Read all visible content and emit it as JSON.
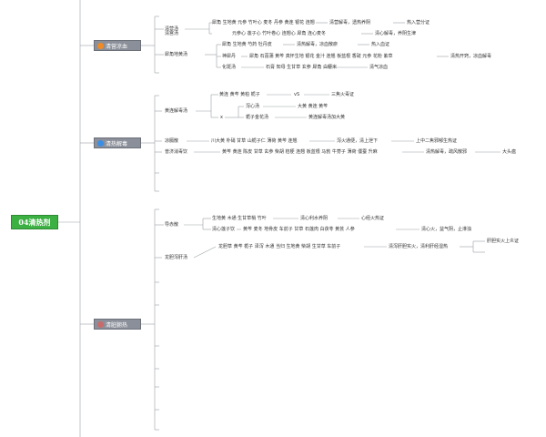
{
  "root": {
    "label": "04清热剂"
  },
  "branches": [
    {
      "label": "清营凉血",
      "icon_color": "#f08a24"
    },
    {
      "label": "清热解毒",
      "icon_color": "#3a8ee6"
    },
    {
      "label": "清脏腑热",
      "icon_color": "#c96b6b"
    }
  ],
  "b1": {
    "qingying": {
      "name": "清营汤",
      "line1": "犀角 生地黄 元参 竹叶心 麦冬 丹参 黄连 银花 连翘",
      "line1_effect": "清营解毒，透热养阴",
      "line1_result": "热入营分证",
      "line2": "元参心 莲子心 竹叶卷心 连翘心 犀角 连心麦冬",
      "line2_effect": "清心解毒，养阴生津"
    },
    "qinggong": {
      "name": "清宫汤"
    },
    "xijiao": {
      "name": "犀角地黄汤",
      "l1": "犀角 生地黄 芍药 牡丹皮",
      "l1_effect": "清热解毒，凉血散瘀",
      "l1_result": "热入血证",
      "sub1_name": "神犀丹",
      "sub1": "犀角 石菖蒲 黄芩 真怀生地 银花 金汁 连翘 板蓝根 香豉 元参 花粉 紫草",
      "sub1_effect": "清热开窍，凉血解毒",
      "sub2_name": "化斑汤",
      "sub2": "石膏 知母 生甘草 玄参 犀角 白粳米",
      "sub2_effect": "清气凉血"
    }
  },
  "b2": {
    "huanglian": {
      "name": "黄连解毒汤",
      "l1": "黄连 黄芩 黄柏 栀子",
      "l1_vs": "vS",
      "l1_result": "三焦火毒证",
      "x_label": "x",
      "xiexin": "泻心汤",
      "xiexin_items": "大黄 黄连 黄芩",
      "zhizi": "栀子金花汤",
      "zhizi_items": "黄连解毒汤加大黄"
    },
    "liangge": {
      "name": "凉膈散",
      "items": "川大黄 朴硝 甘草 山栀子仁 薄荷 黄芩 连翘",
      "effect": "泻火通便，清上泄下",
      "result": "上中二焦邪郁生热证"
    },
    "puji": {
      "name": "普济消毒饮",
      "items": "黄芩 黄连 陈皮 甘草 玄参 柴胡 桔梗 连翘 板蓝根 马勃 牛蒡子 薄荷 僵蚕 升麻",
      "effect": "清热解毒，疏风散邪",
      "result": "大头瘟"
    }
  },
  "b3": {
    "daochi": {
      "name": "导赤散",
      "l1": "生地黄 木通 生甘草梢 竹叶",
      "l1_effect": "清心利水养阴",
      "l1_result": "心经火热证",
      "sub_name": "清心莲子饮",
      "sub": "黄芩 麦冬 地骨皮 车前子 甘草 石莲肉 白茯苓 黄芪 人参",
      "sub_effect": "清心火，益气阴，止淋浊"
    },
    "longdan": {
      "name": "龙胆泻肝汤",
      "items": "龙胆草 黄芩 栀子 泽泻 木通 当归 生地黄 柴胡 生甘草 车前子",
      "effect": "清泻肝胆实火，清利肝经湿热",
      "result1": "肝胆实火上炎证",
      "result2": ""
    }
  }
}
